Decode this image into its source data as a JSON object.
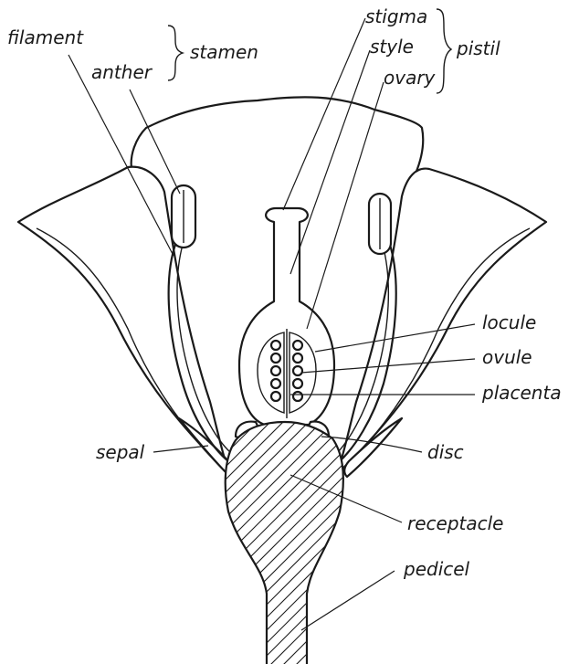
{
  "labels": {
    "filament": "filament",
    "anther": "anther",
    "stamen": "stamen",
    "stigma": "stigma",
    "style": "style",
    "ovary": "ovary",
    "pistil": "pistil",
    "locule": "locule",
    "ovule": "ovule",
    "placenta": "placenta",
    "sepal": "sepal",
    "disc": "disc",
    "receptacle": "receptacle",
    "pedicel": "pedicel"
  },
  "colors": {
    "ink": "#1a1a1a",
    "background": "#ffffff"
  }
}
